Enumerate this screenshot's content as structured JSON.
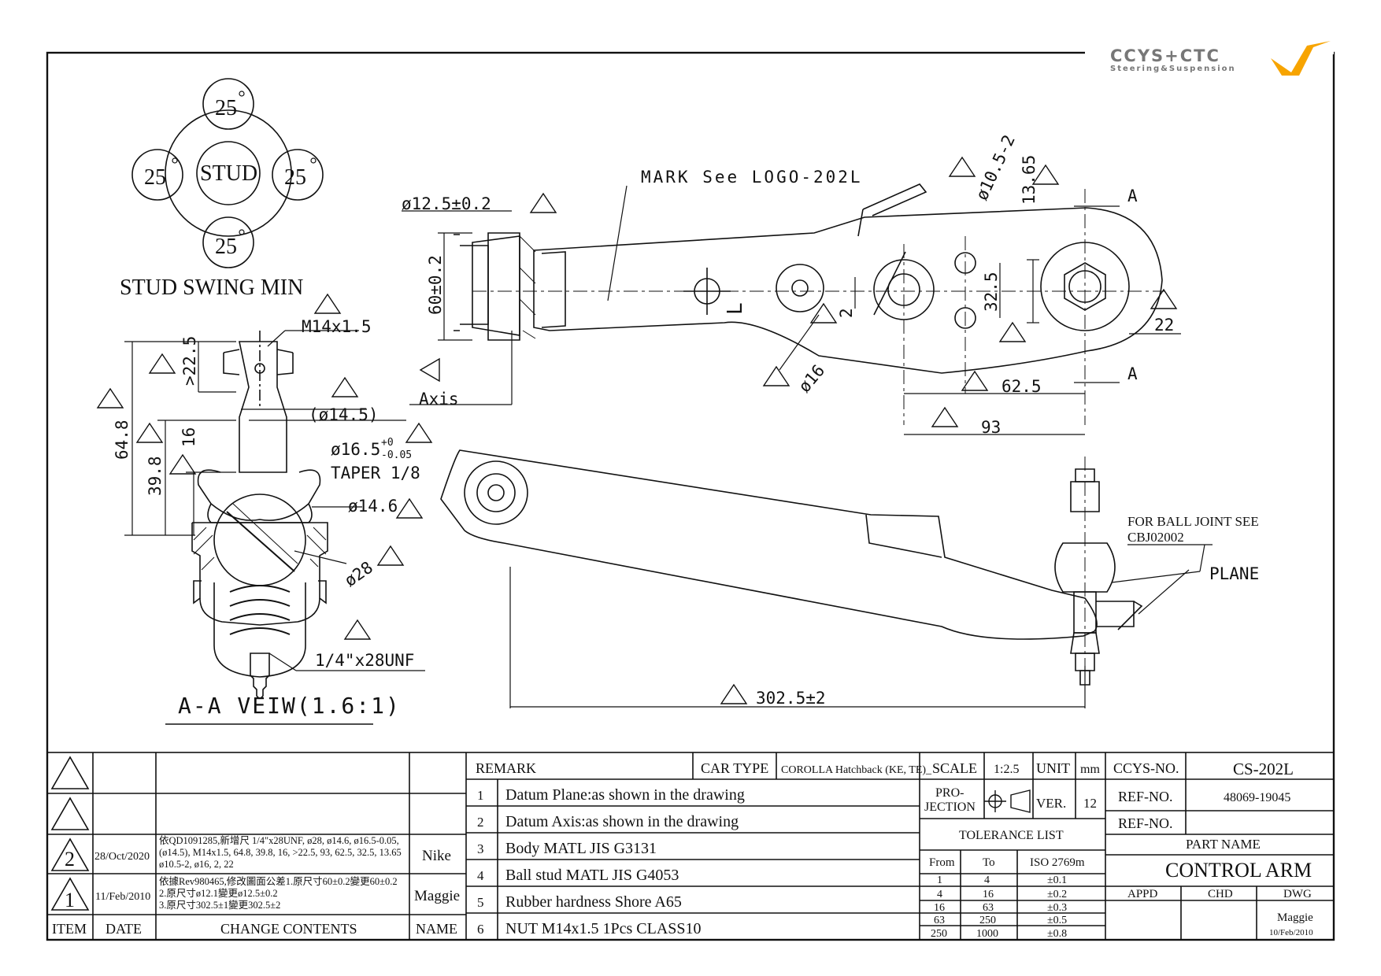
{
  "logo": {
    "brand": "CCYS+CTC",
    "tagline": "Steering&Suspension"
  },
  "stud_swing": {
    "angle": "25",
    "center": "STUD",
    "title": "STUD SWING MIN"
  },
  "section_view": {
    "thread": "M14x1.5",
    "dims": {
      "d22_5": ">22.5",
      "d64_8": "64.8",
      "d16": "16",
      "d39_8": "39.8",
      "d14_5": "(ø14.5)",
      "d16_5": "ø16.5",
      "d16_5_tol_upper": "+0",
      "d16_5_tol_lower": "-0.05",
      "taper": "TAPER 1/8",
      "d14_6": "ø14.6",
      "d28": "ø28",
      "grease": "1/4\"x28UNF"
    },
    "caption": "A-A VEIW(1.6:1)"
  },
  "top_view": {
    "mark": "MARK See LOGO-202L",
    "dims": {
      "d12_5": "ø12.5±0.2",
      "d60": "60±0.2",
      "axis": "Axis",
      "d10_5": "ø10.5-2",
      "d13_65": "13.65",
      "d32_5": "32.5",
      "d2": "2",
      "d16": "ø16",
      "d22": "22",
      "d62_5": "62.5",
      "d93": "93",
      "sect_a": "A",
      "mark_l": "L"
    }
  },
  "side_view": {
    "length": "302.5±2",
    "note_line1": "FOR BALL JOINT SEE",
    "note_line2": "CBJ02002",
    "plane": "PLANE"
  },
  "revision_table": {
    "headers": {
      "item": "ITEM",
      "date": "DATE",
      "contents": "CHANGE CONTENTS",
      "name": "NAME"
    },
    "rows": [
      {
        "rev": "2",
        "date": "28/Oct/2020",
        "line1": "依QD1091285,新增尺 1/4\"x28UNF, ø28, ø14.6, ø16.5-0.05,",
        "line2": "(ø14.5), M14x1.5, 64.8, 39.8, 16, >22.5, 93, 62.5, 32.5, 13.65",
        "line3": "ø10.5-2, ø16, 2, 22",
        "name": "Nike"
      },
      {
        "rev": "1",
        "date": "11/Feb/2010",
        "line1": "依據Rev980465,修改圖面公差1.原尺寸60±0.2變更60±0.2",
        "line2": "2.原尺寸ø12.1變更ø12.5±0.2",
        "line3": "3.原尺寸302.5±1變更302.5±2",
        "name": "Maggie"
      }
    ]
  },
  "remarks": {
    "title": "REMARK",
    "items": [
      {
        "no": "1",
        "text": "Datum Plane:as shown in the drawing"
      },
      {
        "no": "2",
        "text": "Datum Axis:as shown in the drawing"
      },
      {
        "no": "3",
        "text": "Body MATL JIS G3131"
      },
      {
        "no": "4",
        "text": "Ball stud MATL JIS G4053"
      },
      {
        "no": "5",
        "text": "Rubber hardness Shore A65"
      },
      {
        "no": "6",
        "text": "NUT M14x1.5 1Pcs CLASS10"
      }
    ]
  },
  "car_type": {
    "label": "CAR TYPE",
    "value": "COROLLA Hatchback (KE, TE)_"
  },
  "scale": {
    "label": "SCALE",
    "value": "1:2.5",
    "unit_label": "UNIT",
    "unit": "mm"
  },
  "projection": {
    "line1": "PRO-",
    "line2": "JECTION",
    "ver_label": "VER.",
    "ver": "12"
  },
  "tolerance": {
    "title": "TOLERANCE LIST",
    "headers": [
      "From",
      "To",
      "ISO 2769m"
    ],
    "rows": [
      [
        "1",
        "4",
        "±0.1"
      ],
      [
        "4",
        "16",
        "±0.2"
      ],
      [
        "16",
        "63",
        "±0.3"
      ],
      [
        "63",
        "250",
        "±0.5"
      ],
      [
        "250",
        "1000",
        "±0.8"
      ]
    ]
  },
  "title_block": {
    "ccys_label": "CCYS-NO.",
    "ccys_no": "CS-202L",
    "ref_label": "REF-NO.",
    "ref_no": "48069-19045",
    "ref_label2": "REF-NO.",
    "part_label": "PART NAME",
    "part_name": "CONTROL ARM",
    "appd": "APPD",
    "chd": "CHD",
    "dwg": "DWG",
    "drawn_by": "Maggie",
    "drawn_date": "10/Feb/2010"
  }
}
